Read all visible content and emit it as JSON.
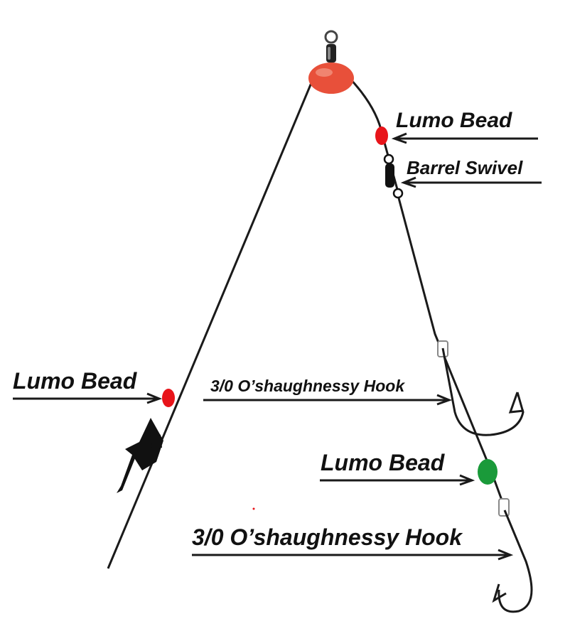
{
  "labels": {
    "lumo_top": "Lumo Bead",
    "barrel": "Barrel Swivel",
    "lumo_left": "Lumo Bead",
    "hook_upper": "3/0 O’shaughnessy Hook",
    "lumo_green": "Lumo Bead",
    "hook_lower": "3/0 O’shaughnessy Hook"
  },
  "colors": {
    "line": "#1a1a1a",
    "sinker_bead": "#e8503a",
    "lumo_red": "#e8141a",
    "lumo_green": "#1a9a3a",
    "swivel": "#111111",
    "text": "#111111"
  },
  "icons": {
    "top_swivel": "snap-swivel-icon",
    "sinker": "sinker-bead-icon",
    "grip_sinker": "grapnel-sinker-icon"
  }
}
